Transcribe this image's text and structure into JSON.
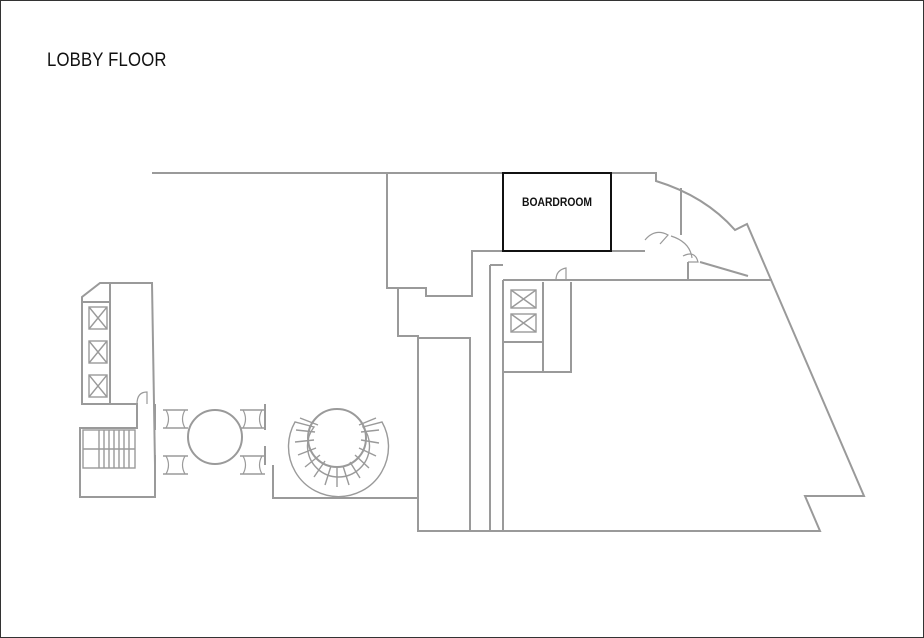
{
  "title": "LOBBY FLOOR",
  "rooms": [
    {
      "id": "boardroom",
      "label": "BOARDROOM",
      "highlighted": true
    }
  ],
  "colors": {
    "walls": "#9a9a9a",
    "highlight": "#111111",
    "text": "#111111",
    "background": "#ffffff"
  }
}
